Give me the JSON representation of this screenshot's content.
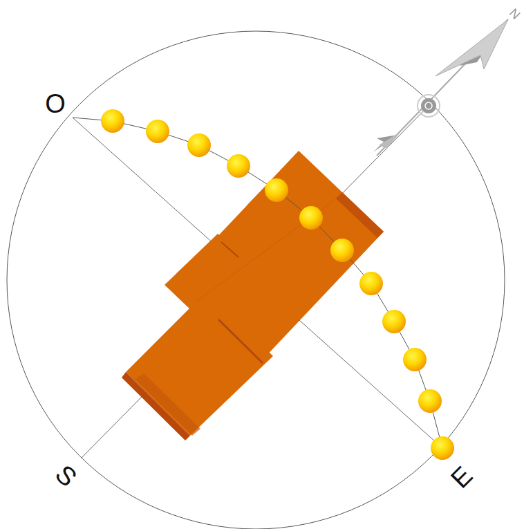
{
  "diagram": {
    "labels": [
      "O",
      "S",
      "E",
      "N"
    ]
  }
}
